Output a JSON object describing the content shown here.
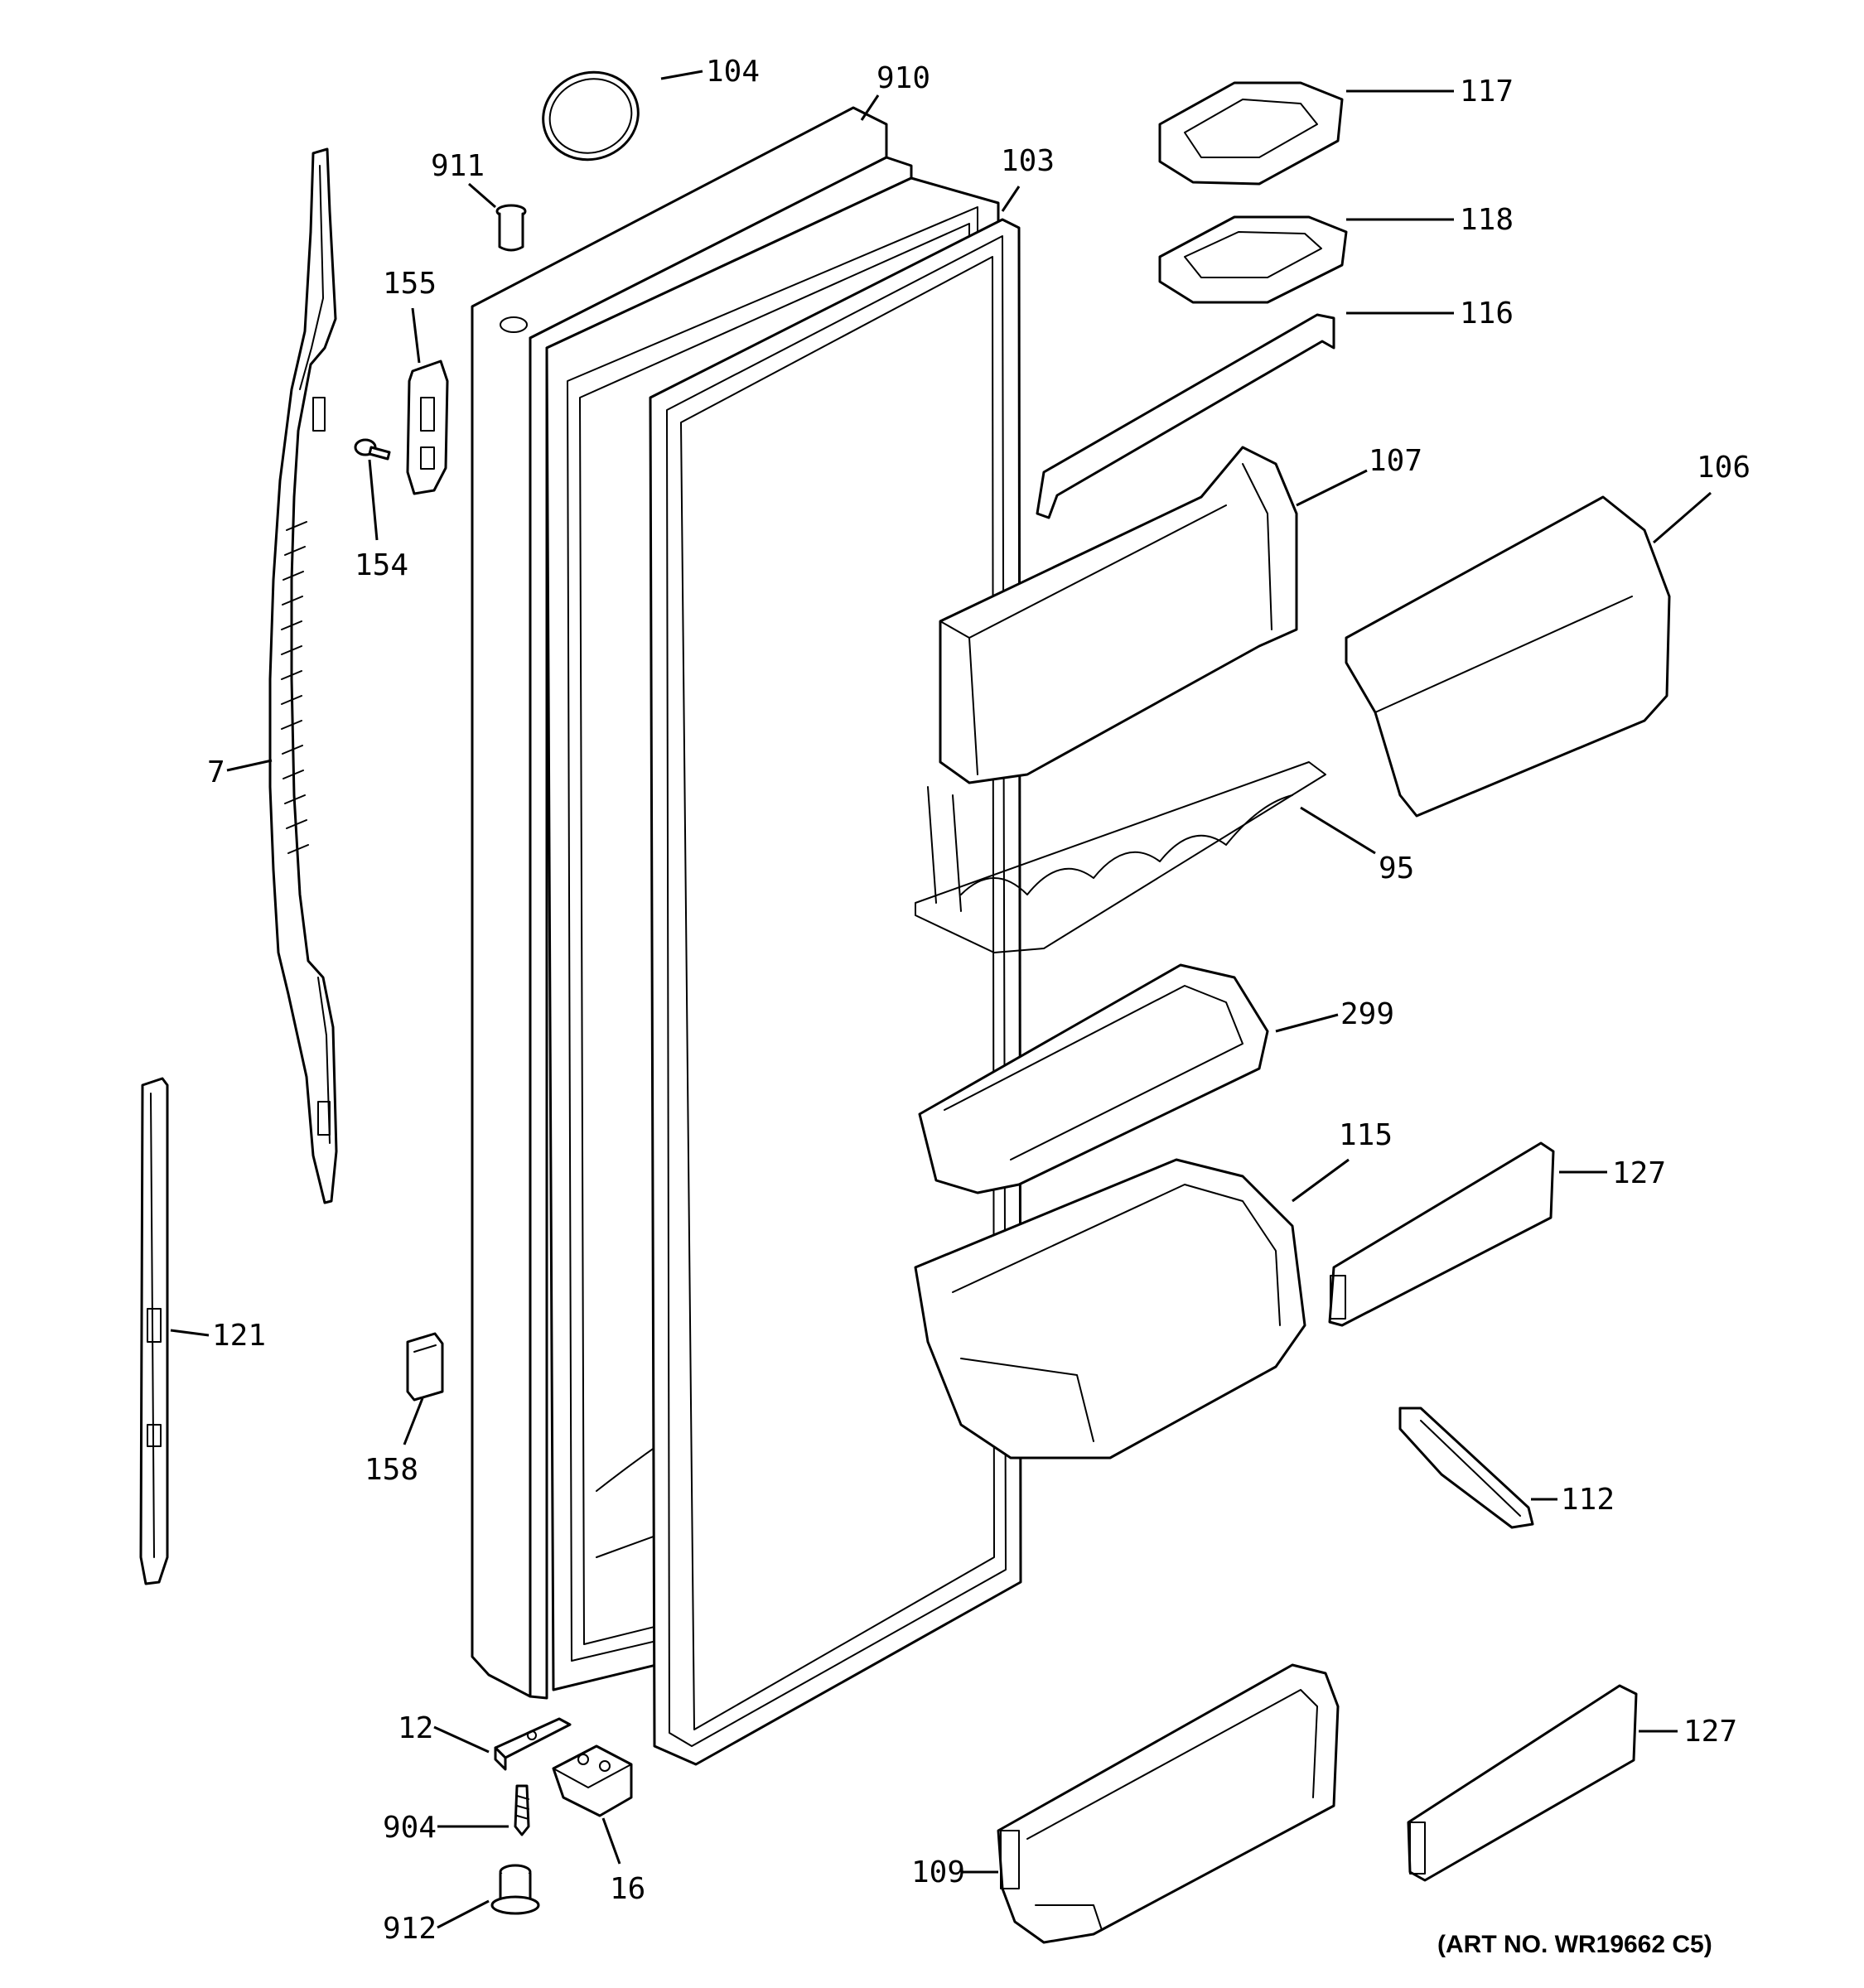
{
  "diagram": {
    "callouts": [
      "104",
      "910",
      "911",
      "103",
      "155",
      "154",
      "7",
      "121",
      "158",
      "12",
      "904",
      "16",
      "912",
      "117",
      "118",
      "116",
      "107",
      "106",
      "95",
      "299",
      "115",
      "127",
      "112",
      "127",
      "109"
    ],
    "art_number": "(ART NO. WR19662 C5)"
  }
}
